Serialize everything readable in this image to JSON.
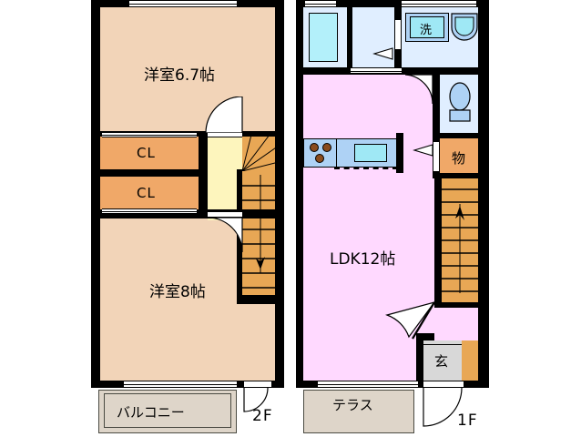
{
  "document": {
    "type": "floor-plan",
    "title": "Two-story maisonette floor plan",
    "layout_summary": "2LDK maisonette: 1F LDK 12 tatami with kitchen, bath, washroom, toilet, storage, entrance and terrace; 2F two western rooms 6.7 and 8 tatami with two closets and balcony."
  },
  "floors": [
    {
      "id": "second-floor",
      "label": "2F",
      "rooms": [
        {
          "key": "bedroom_upper",
          "label": "洋室6.7帖",
          "type": "western-room",
          "size_tatami": 6.7,
          "fill": "#F2D4B8"
        },
        {
          "key": "bedroom_lower",
          "label": "洋室8帖",
          "type": "western-room",
          "size_tatami": 8.0,
          "fill": "#F2D4B8"
        },
        {
          "key": "closet_upper",
          "label": "CL",
          "type": "closet",
          "fill": "#F0A868"
        },
        {
          "key": "closet_lower",
          "label": "CL",
          "type": "closet",
          "fill": "#F0A868"
        },
        {
          "key": "hall",
          "label": "",
          "type": "hallway",
          "fill": "#FDF5BD"
        },
        {
          "key": "stairs_2f",
          "label": "",
          "type": "staircase",
          "fill": "#E8A755"
        },
        {
          "key": "balcony",
          "label": "バルコニー",
          "type": "balcony",
          "fill": "#DED5C9"
        }
      ]
    },
    {
      "id": "first-floor",
      "label": "1F",
      "rooms": [
        {
          "key": "ldk",
          "label": "LDK12帖",
          "type": "living-dining-kitchen",
          "size_tatami": 12,
          "fill": "#FFD9FF"
        },
        {
          "key": "bath",
          "label": "",
          "type": "bathroom",
          "fill": "#E0EEFF"
        },
        {
          "key": "changing",
          "label": "",
          "type": "changing-room",
          "fill": "#E0EEFF"
        },
        {
          "key": "washroom",
          "label": "洗",
          "type": "washing-machine-space",
          "fill": "#E0EEFF"
        },
        {
          "key": "toilet",
          "label": "",
          "type": "toilet",
          "fill": "#E0EEFF"
        },
        {
          "key": "storage",
          "label": "物",
          "type": "storage",
          "fill": "#F0A868"
        },
        {
          "key": "stairs_1f",
          "label": "",
          "type": "staircase",
          "fill": "#E8A755"
        },
        {
          "key": "entrance",
          "label": "玄",
          "type": "entrance",
          "fill": "#D8D8D8"
        },
        {
          "key": "shoe_box",
          "label": "",
          "type": "shoe-cabinet",
          "fill": "#E8A755"
        },
        {
          "key": "terrace",
          "label": "テラス",
          "type": "terrace",
          "fill": "#DED5C9"
        }
      ],
      "fixtures": [
        {
          "key": "bathtub",
          "label": "",
          "type": "bathtub"
        },
        {
          "key": "vanity",
          "label": "洗",
          "type": "washstand"
        },
        {
          "key": "lavatory",
          "label": "",
          "type": "lavatory-basin"
        },
        {
          "key": "toilet_bowl",
          "label": "",
          "type": "toilet-bowl"
        },
        {
          "key": "stove",
          "label": "",
          "type": "three-burner-stove",
          "burners": 3
        },
        {
          "key": "kitchen_sink",
          "label": "",
          "type": "kitchen-sink"
        }
      ]
    }
  ],
  "colors": {
    "wall": "#000000",
    "room": "#F2D4B8",
    "ldk": "#FFD9FF",
    "closet": "#F0A868",
    "stairs": "#E8A755",
    "hall": "#FDF5BD",
    "water_area": "#E0EEFF",
    "fixture": "#AED2F5",
    "tub_water": "#B3F0FA",
    "deck": "#DED5C9",
    "entrance_floor": "#D8D8D8",
    "background": "#FFFFFF"
  },
  "text": {
    "bedroom_upper": "洋室6.7帖",
    "bedroom_lower": "洋室8帖",
    "closet_1": "CL",
    "closet_2": "CL",
    "balcony": "バルコニー",
    "floor_2": "2F",
    "ldk": "LDK12帖",
    "washer": "洗",
    "storage": "物",
    "entrance": "玄",
    "terrace": "テラス",
    "floor_1": "1F"
  }
}
